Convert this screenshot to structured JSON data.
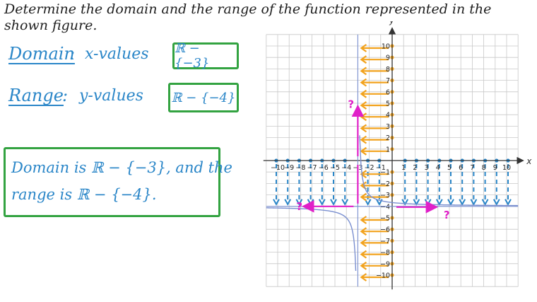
{
  "question": "Determine the domain and the range of the function represented in the shown figure.",
  "domain_row": {
    "label": "Domain",
    "colon": ":",
    "desc": "x-values",
    "box": "ℝ − {−3}"
  },
  "range_row": {
    "label": "Range",
    "colon": ":",
    "desc": "y-values",
    "box": "ℝ − {−4}"
  },
  "answer": {
    "line1": "Domain is ℝ − {−3}, and the",
    "line2": "range is ℝ − {−4}."
  },
  "graph": {
    "x_axis_label": "x",
    "y_axis_label": "y",
    "x_ticks": [
      -10,
      -9,
      -8,
      -7,
      -6,
      -5,
      -4,
      -3,
      -2,
      -1,
      1,
      2,
      3,
      4,
      5,
      6,
      7,
      8,
      9,
      10
    ],
    "y_ticks": [
      10,
      9,
      8,
      7,
      6,
      5,
      4,
      3,
      2,
      1,
      -1,
      -2,
      -3,
      -4,
      -5,
      -6,
      -7,
      -8,
      -9,
      -10
    ],
    "x_range": [
      -11,
      11
    ],
    "y_range": [
      -11,
      11
    ],
    "grid": true,
    "vertical_asymptote_x": -3,
    "horizontal_asymptote_y": -4,
    "question_mark": "?",
    "colors": {
      "grid": "#c8c8c8",
      "axis": "#333333",
      "curve": "#7a8fd0",
      "blue_arrows": "#2a86c8",
      "orange_arrows": "#f2a21c",
      "magenta": "#e020c8"
    }
  }
}
